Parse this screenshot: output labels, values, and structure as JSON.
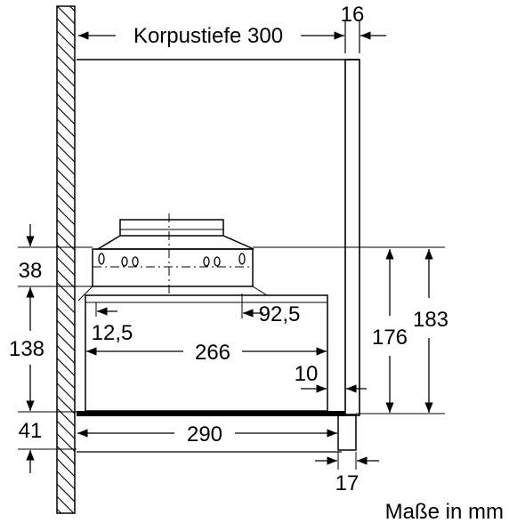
{
  "dimensions": {
    "korpustiefe": "Korpustiefe 300",
    "front_panel_depth": "16",
    "left_height_top": "38",
    "left_height_middle": "138",
    "left_height_bottom": "41",
    "blower_offset": "12,5",
    "mounting_offset": "92,5",
    "hood_depth": "266",
    "rear_gap": "10",
    "hood_total_depth": "290",
    "bottom_panel": "17",
    "height_inner": "176",
    "height_outer": "183"
  },
  "footer": {
    "unit_note": "Maße in mm"
  },
  "colors": {
    "line": "#000000",
    "hatch": "#000000",
    "background": "#ffffff"
  }
}
